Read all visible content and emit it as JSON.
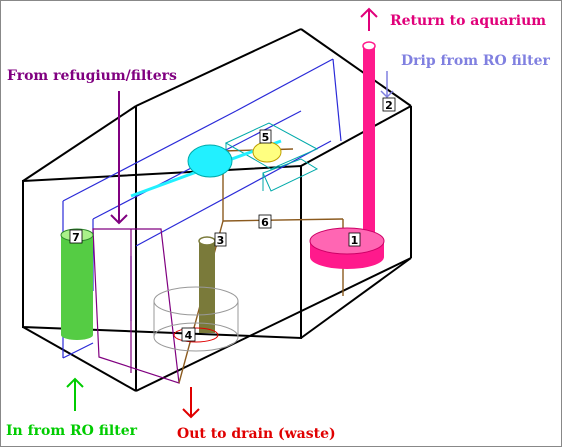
{
  "labels": {
    "return_to_aquarium": "Return to aquarium",
    "drip_from_ro": "Drip from RO filter",
    "from_refugium": "From refugium/filters",
    "in_from_ro": "In from RO filter",
    "out_to_drain": "Out to drain (waste)"
  },
  "numbers": {
    "n1": "1",
    "n2": "2",
    "n3": "3",
    "n4": "4",
    "n5": "5",
    "n6": "6",
    "n7": "7"
  },
  "colors": {
    "return": "#e0007a",
    "drip": "#8080e0",
    "refugium": "#800080",
    "in_ro": "#00cc00",
    "drain": "#e00000",
    "pump": "#ff1a8c",
    "float_valve": "#22f0ff",
    "float_switch": "#ffff80",
    "overflow_pipe": "#7a7a3a",
    "green_tube": "#55cc44",
    "brown_line": "#8b5a1e"
  }
}
